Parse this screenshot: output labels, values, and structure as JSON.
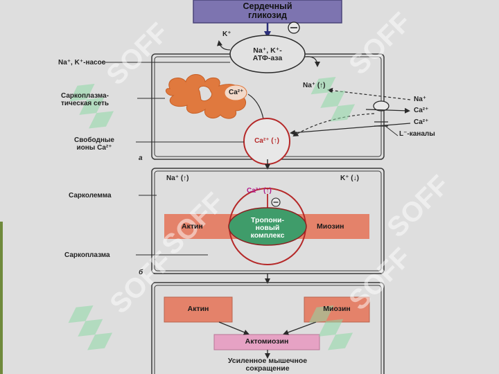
{
  "colors": {
    "background": "#dedede",
    "cell_border": "#3a3a3a",
    "glycoside_box": "#7d74b0",
    "sarcoplasmic_reticulum": "#e0793e",
    "calcium_red": "#b52828",
    "calcium_magenta": "#b0198a",
    "troponin_fill": "#3f9c6a",
    "actin_myosin_fill": "#e4826a",
    "actomyosin_fill": "#e6a2c4",
    "watermark_green": "#8ed9a6",
    "left_strip": "#6f8a3c"
  },
  "glycoside": {
    "line1": "Сердечный",
    "line2": "гликозид",
    "inhibit_symbol": "−"
  },
  "panel_a": {
    "k_plus": "K⁺",
    "pump_line1": "Na⁺, K⁺-",
    "pump_line2": "АТФ-аза",
    "na_up": "Na⁺ (↑)",
    "ca_sr": "Ca²⁺",
    "free_ca": "Ca²⁺ (↑)",
    "na_ext": "Na⁺",
    "ca_ext1": "Ca²⁺",
    "ca_ext2": "Ca²⁺",
    "l_channels": "L⁻-каналы",
    "panel_letter": "а"
  },
  "left_labels": {
    "pump": "Na⁺, K⁺-насос",
    "sr_line1": "Саркоплазма-",
    "sr_line2": "тическая сеть",
    "free_line1": "Свободные",
    "free_line2": "ионы Ca²⁺",
    "sarcolemma": "Сарколемма",
    "sarcoplasm": "Саркоплазма"
  },
  "panel_b": {
    "na_up": "Na⁺ (↑)",
    "k_down": "K⁺ (↓)",
    "ca_up": "Ca²⁺ (↑)",
    "inhibit_symbol": "−",
    "actin": "Актин",
    "myosin": "Миозин",
    "troponin_line1": "Тропони-",
    "troponin_line2": "новый",
    "troponin_line3": "комплекс",
    "panel_letter": "б"
  },
  "panel_c": {
    "actin": "Актин",
    "myosin": "Миозин",
    "actomyosin": "Актомиозин",
    "result_line1": "Усиленное мышечное",
    "result_line2": "сокращение"
  },
  "watermark": "SOFF"
}
